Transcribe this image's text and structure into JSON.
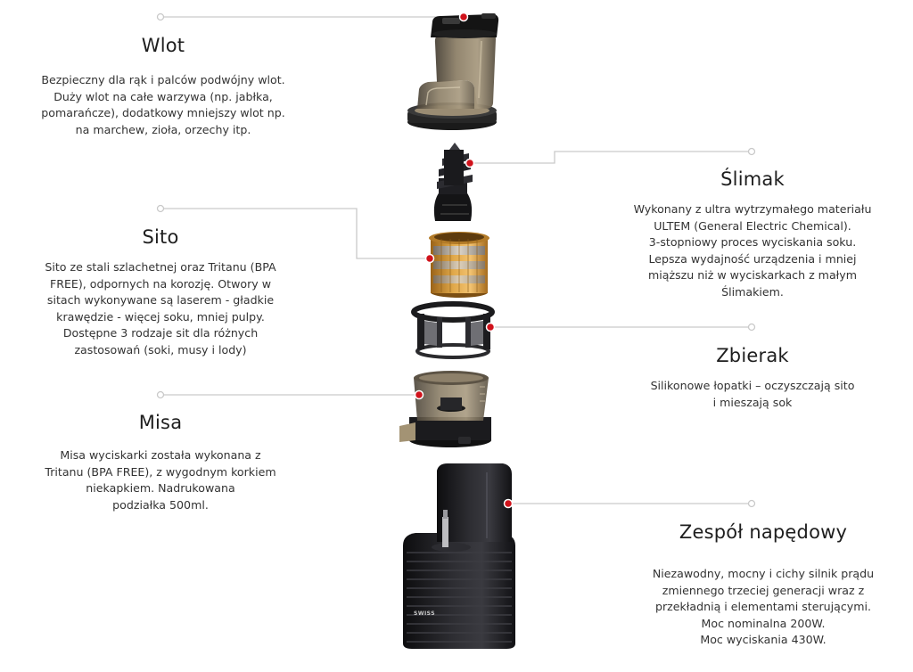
{
  "labels": {
    "wlot": {
      "title": "Wlot",
      "text": "Bezpieczny dla rąk i palców podwójny wlot.\nDuży wlot na całe warzywa (np. jabłka,\npomarańcze), dodatkowy mniejszy wlot np.\nna marchew, zioła, orzechy itp."
    },
    "sito": {
      "title": "Sito",
      "text": "Sito ze stali szlachetnej oraz Tritanu (BPA\nFREE), odpornych na korozję. Otwory w\nsitach wykonywane są laserem - gładkie\nkrawędzie - więcej soku, mniej pulpy.\nDostępne 3 rodzaje sit dla różnych\nzastosowań (soki, musy i lody)"
    },
    "misa": {
      "title": "Misa",
      "text": "Misa wyciskarki została wykonana z\nTritanu (BPA FREE), z wygodnym korkiem\nniekapkiem. Nadrukowana\npodziałka 500ml."
    },
    "slimak": {
      "title": "Ślimak",
      "text": "Wykonany z ultra wytrzymałego materiału\nULTEM (General Electric Chemical).\n3-stopniowy proces wyciskania soku.\nLepsza wydajność urządzenia i mniej\nmiąższu niż w wyciskarkach z małym\nŚlimakiem."
    },
    "zbierak": {
      "title": "Zbierak",
      "text": "Silikonowe łopatki – oczyszczają sito\ni mieszają sok"
    },
    "zespol": {
      "title": "Zespół napędowy",
      "text": "Niezawodny, mocny i cichy silnik prądu\nzmiennego trzeciej generacji wraz z\nprzekładnią i elementami sterującymi.\nMoc nominalna 200W.\nMoc wyciskania 430W."
    }
  },
  "brand": "SWISS",
  "colors": {
    "marker": "#d0121b",
    "connector": "#c9c9c9",
    "body": "#1c1c1f",
    "amber": "#c98a2c",
    "smoke": "#6e6354"
  }
}
